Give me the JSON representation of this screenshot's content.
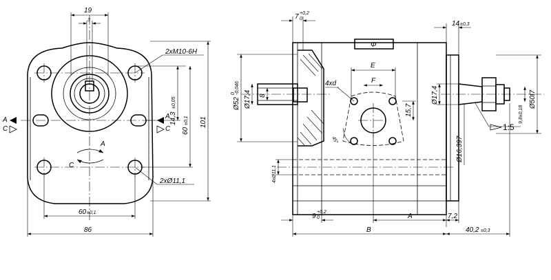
{
  "front_view": {
    "dim_shaft_width": "19",
    "dim_key_width": "3",
    "thread_callout": "2xM10-6H",
    "dim_vert_main": "14,3",
    "dim_vert_main_tol": "±0,05",
    "dim_vert_outer": "60",
    "dim_vert_outer_tol": "±0,1",
    "dim_total_height": "101",
    "hole_callout": "2xØ11,1",
    "dim_hole_spacing": "60",
    "dim_hole_spacing_tol": "±0,1",
    "dim_total_width": "86",
    "rotation_a": "A",
    "rotation_c": "C",
    "port_a_left": "A",
    "port_c_left": "C",
    "port_a_right": "A",
    "port_c_right": "C"
  },
  "side_view": {
    "dim_top_offset": "7",
    "dim_top_offset_tol_up": "+0,2",
    "dim_top_offset_tol_low": "0",
    "dim_right_offset": "14",
    "dim_right_offset_tol": "±0,3",
    "flatness_symbol": "Φ",
    "dim_shaft_outer": "Ø52",
    "dim_shaft_outer_tol_up": "0",
    "dim_shaft_outer_tol_low": "-0,046",
    "dim_shaft_inner": "Ø17,4",
    "dim_shaft_len": "8",
    "dim_bolt_holes": "4xd",
    "label_e": "E",
    "label_f": "F",
    "dim_angle": "45°",
    "dim_port_height": "15,7",
    "dim_port_dia": "Ø17,4",
    "dim_cone_dia": "Ø50f7",
    "dim_cone_len": "9,8±0,18",
    "taper": "1:5",
    "dim_cone_small": "Ø16,397",
    "dim_lower_hole": "4xØ11,1",
    "dim_bottom_offset": "9",
    "dim_bottom_offset_tol_up": "+0,2",
    "dim_bottom_offset_tol_low": "0",
    "label_a": "A",
    "dim_flange": "7,2",
    "label_b": "B",
    "dim_total_right": "40,2",
    "dim_total_right_tol": "±0,3"
  }
}
